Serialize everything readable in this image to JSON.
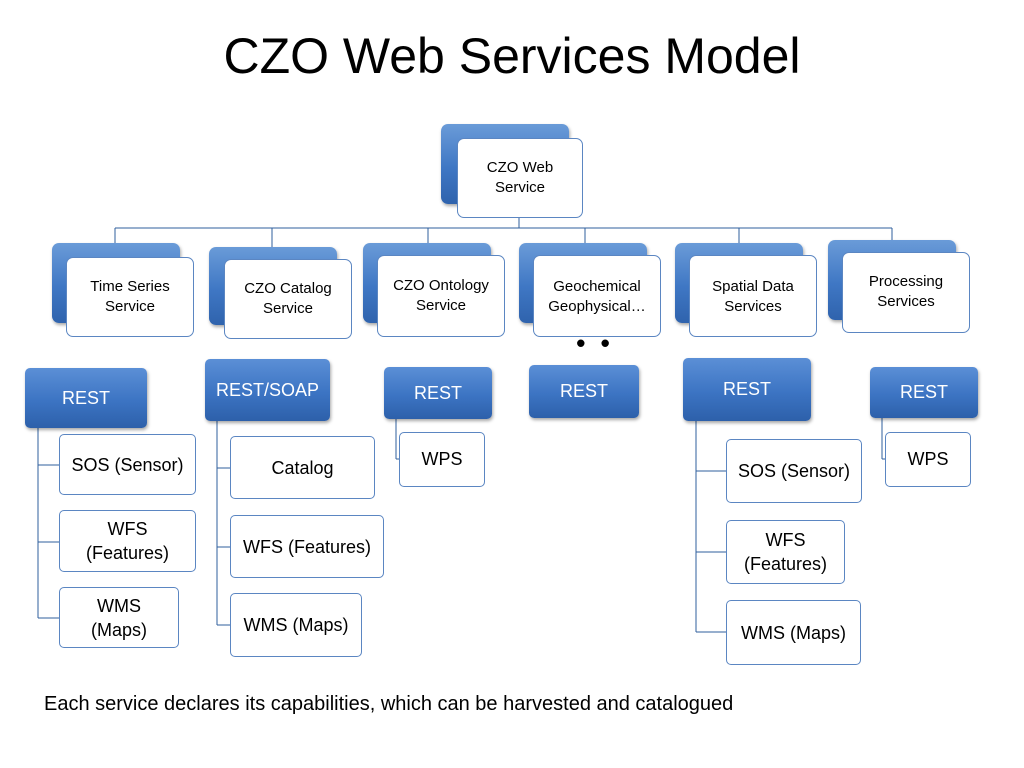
{
  "title": "CZO Web Services Model",
  "root": {
    "label": "CZO Web\nService"
  },
  "services": [
    {
      "label": "Time Series\nService"
    },
    {
      "label": "CZO Catalog\nService"
    },
    {
      "label": "CZO Ontology\nService"
    },
    {
      "label": "Geochemical\nGeophysical…"
    },
    {
      "label": "Spatial Data\nServices"
    },
    {
      "label": "Processing\nServices"
    }
  ],
  "ellipsis": "• • •",
  "interfaces": [
    {
      "label": "REST",
      "children": [
        "SOS (Sensor)",
        "WFS\n(Features)",
        "WMS\n(Maps)"
      ]
    },
    {
      "label": "REST/SOAP",
      "children": [
        "Catalog",
        "WFS (Features)",
        "WMS (Maps)"
      ]
    },
    {
      "label": "REST",
      "children": [
        "WPS"
      ]
    },
    {
      "label": "REST",
      "children": []
    },
    {
      "label": "REST",
      "children": [
        "SOS (Sensor)",
        "WFS\n(Features)",
        "WMS (Maps)"
      ]
    },
    {
      "label": "REST",
      "children": [
        "WPS"
      ]
    }
  ],
  "footnote": "Each service declares its capabilities, which can be harvested and catalogued",
  "colors": {
    "node_blue": "#3f77c4",
    "border_blue": "#5b86c2",
    "line_blue": "#2f5f9e"
  }
}
